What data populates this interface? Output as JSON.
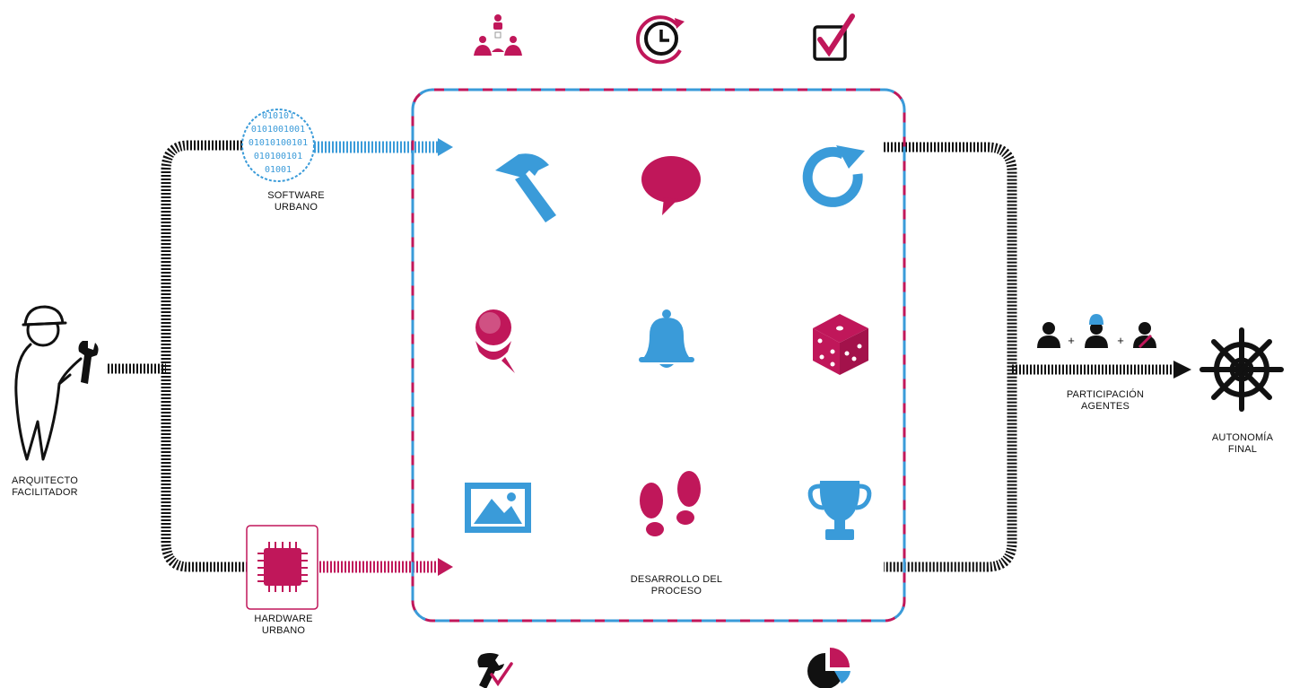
{
  "labels": {
    "software": [
      "SOFTWARE",
      "URBANO"
    ],
    "hardware": [
      "HARDWARE",
      "URBANO"
    ],
    "architect": [
      "ARQUITECTO",
      "FACILITADOR"
    ],
    "process": [
      "DESARROLLO DEL",
      "PROCESO"
    ],
    "participation": [
      "PARTICIPACIÓN",
      "AGENTES"
    ],
    "autonomy": [
      "AUTONOMÍA",
      "FINAL"
    ]
  },
  "binary_text": [
    "010101",
    "0101001001",
    "01010100101",
    "010100101",
    "01001"
  ],
  "operators": [
    "+",
    "+"
  ],
  "icons": {
    "top": [
      "team-icon",
      "clock-icon",
      "checkbox-icon"
    ],
    "grid": [
      "hammer-icon",
      "speech-bubble-icon",
      "refresh-icon",
      "pushpin-icon",
      "bell-icon",
      "dice-icon",
      "image-icon",
      "footprints-icon",
      "trophy-icon"
    ],
    "bottom": [
      "wrench-check-icon",
      "pie-chart-icon"
    ],
    "agents": [
      "person-icon",
      "worker-icon",
      "official-icon"
    ],
    "misc": [
      "architect-figure-icon",
      "binary-circle-icon",
      "chip-icon",
      "ship-wheel-icon"
    ]
  },
  "colors": {
    "blue": "#3a9bd9",
    "magenta": "#c0175a",
    "black": "#111111"
  }
}
